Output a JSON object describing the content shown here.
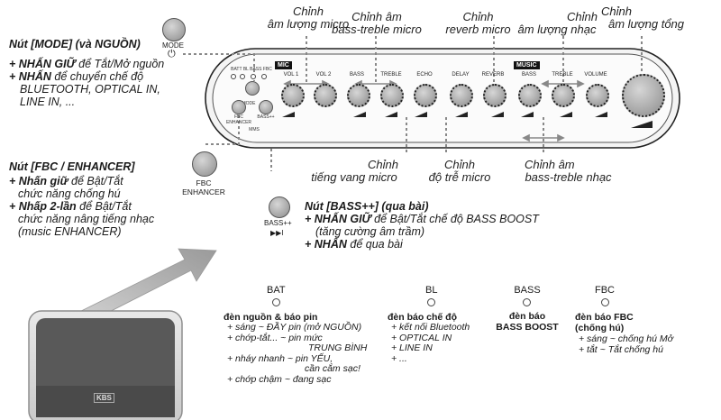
{
  "mode_button": {
    "label": "MODE",
    "title": "Nút [MODE] (và NGUỒN)",
    "line1_bold": "+ NHẤN GIỮ",
    "line1_rest": " để Tắt/Mở nguồn",
    "line2_bold": "+ NHẤN",
    "line2_rest": " để chuyển chế độ",
    "line3": "BLUETOOTH, OPTICAL IN,",
    "line4": "LINE IN, ..."
  },
  "fbc_button": {
    "label1": "FBC",
    "label2": "ENHANCER",
    "title": "Nút [FBC / ENHANCER]",
    "line1_bold": "+ Nhấn giữ",
    "line1_rest": " để Bật/Tắt",
    "line2": "chức năng chống hú",
    "line3_bold": "+ Nhấp 2-lần",
    "line3_rest": " để Bật/Tắt",
    "line4": "chức năng nâng tiếng nhạc",
    "line5": "(music ENHANCER)"
  },
  "bass_button": {
    "label": "BASS++",
    "skip_symbol": "▶▶I",
    "title": "Nút [BASS++] (qua bài)",
    "line1_bold": "+ NHẤN GIỮ",
    "line1_rest": " để Bật/Tắt chế độ BASS BOOST",
    "line2": "(tăng cường âm trầm)",
    "line3_bold": "+ NHẤN",
    "line3_rest": " để qua bài"
  },
  "callouts": {
    "vol_mic": [
      "Chỉnh",
      "âm lượng micro"
    ],
    "bass_treble_mic": [
      "Chỉnh âm",
      "bass-treble micro"
    ],
    "reverb_mic": [
      "Chỉnh",
      "reverb micro"
    ],
    "vol_music": [
      "Chỉnh",
      "âm lượng nhạc"
    ],
    "vol_master": [
      "Chỉnh",
      "âm lượng tổng"
    ],
    "echo_mic": [
      "Chỉnh",
      "tiếng vang micro"
    ],
    "delay_mic": [
      "Chỉnh",
      "độ trễ micro"
    ],
    "bass_treble_music": [
      "Chỉnh âm",
      "bass-treble nhạc"
    ]
  },
  "panel": {
    "mic_badge": "MIC",
    "music_badge": "MUSIC",
    "knobs": [
      "VOL 1",
      "VOL 2",
      "BASS",
      "TREBLE",
      "ECHO",
      "DELAY",
      "REVERB",
      "BASS",
      "TREBLE",
      "VOLUME"
    ],
    "small_labels": {
      "indicators": "BATT BL  BASS FBC",
      "mode": "MODE",
      "fbc": "FBC\nENHANCER",
      "bass": "BASS++",
      "bottom": "MMS"
    }
  },
  "indicators": [
    {
      "name": "BAT",
      "heading": "đèn nguồn & báo pin",
      "lines": [
        "+ sáng ~ ĐẦY pin (mở NGUỒN)",
        "+ chớp-tắt... ~ pin mức",
        "TRUNG BÌNH",
        "+ nháy nhanh ~ pin YẾU,",
        "cần cắm sạc!",
        "+ chớp chậm ~ đang sạc"
      ]
    },
    {
      "name": "BL",
      "heading": "đèn báo chế độ",
      "lines": [
        "+ kết nối Bluetooth",
        "+ OPTICAL IN",
        "+ LINE IN",
        "+ ..."
      ]
    },
    {
      "name": "BASS",
      "heading": "đèn báo",
      "heading2": "BASS BOOST",
      "lines": []
    },
    {
      "name": "FBC",
      "heading": "đèn báo FBC",
      "heading2": "(chống hú)",
      "lines": [
        "+ sáng ~ chống hú Mở",
        "+ tắt ~ Tắt chống hú"
      ]
    }
  ],
  "speaker_logo": "KBS"
}
